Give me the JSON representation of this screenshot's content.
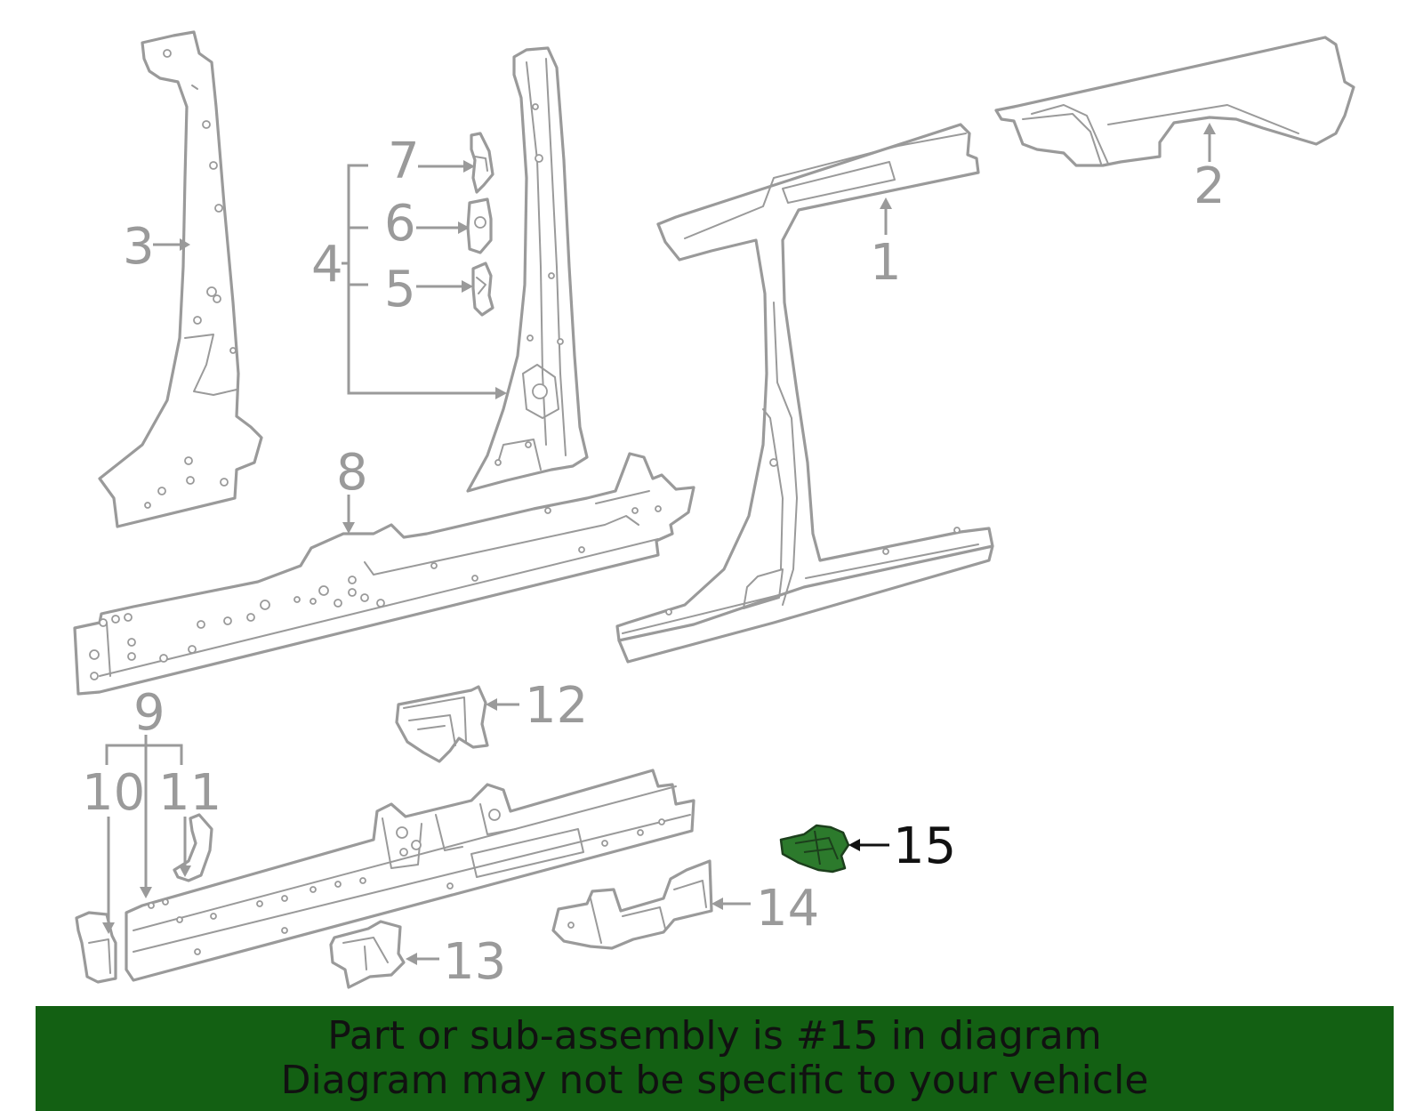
{
  "diagram": {
    "callouts": {
      "c1": "1",
      "c2": "2",
      "c3": "3",
      "c4": "4",
      "c5": "5",
      "c6": "6",
      "c7": "7",
      "c8": "8",
      "c9": "9",
      "c10": "10",
      "c11": "11",
      "c12": "12",
      "c13": "13",
      "c14": "14",
      "c15": "15"
    },
    "highlighted_callout": "15",
    "colors": {
      "part_lines": "#9a9a9a",
      "highlight_part": "#2c7a2c",
      "banner": "#136013"
    }
  },
  "banner": {
    "line1": "Part or sub-assembly is #15 in diagram",
    "line2": "Diagram may not be specific to your vehicle"
  }
}
